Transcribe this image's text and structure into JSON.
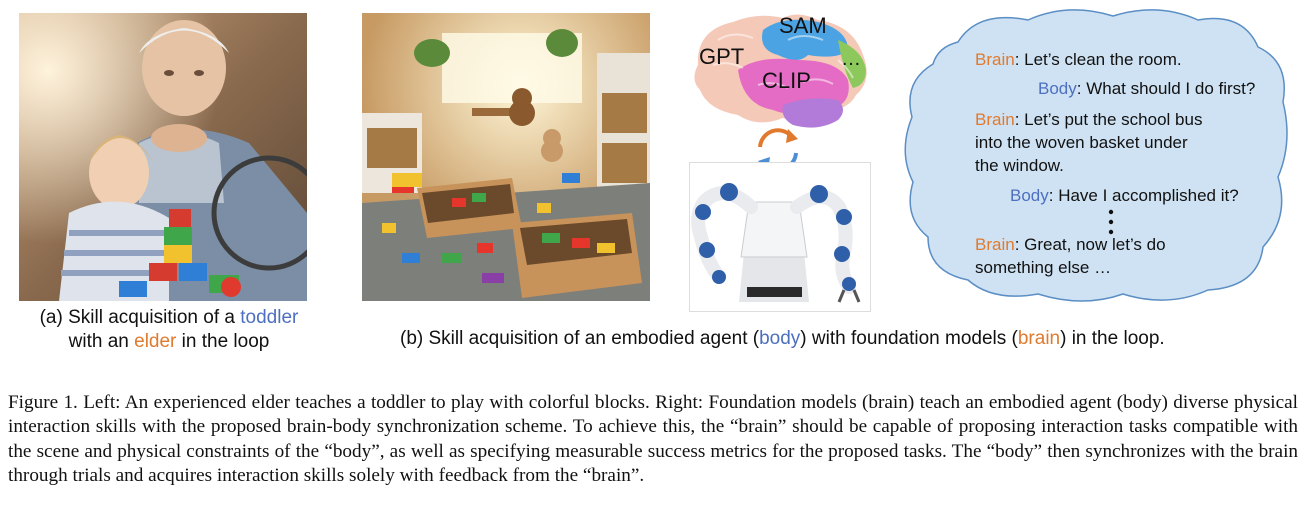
{
  "left_figure": {
    "caption_prefix": "(a) Skill acquisition of a ",
    "caption_word_toddler": "toddler",
    "caption_line2_prefix": "with an ",
    "caption_word_elder": "elder",
    "caption_line2_suffix": " in the loop"
  },
  "right_figure": {
    "caption_prefix": "(b) Skill acquisition of an embodied agent (",
    "caption_word_body": "body",
    "caption_middle": ") with foundation models (",
    "caption_word_brain": "brain",
    "caption_suffix": ") in the loop."
  },
  "brain_labels": {
    "gpt": "GPT",
    "sam": "SAM",
    "clip": "CLIP",
    "more": "…"
  },
  "dialogue": [
    {
      "speaker": "Brain",
      "text": ": Let’s clean the room."
    },
    {
      "speaker": "Body",
      "text": ": What should I do first?"
    },
    {
      "speaker": "Brain",
      "text": ": Let’s put the school bus"
    },
    {
      "speaker": "",
      "text": "into the woven basket under"
    },
    {
      "speaker": "",
      "text": "the window."
    },
    {
      "speaker": "Body",
      "text": ": Have I accomplished it?"
    },
    {
      "speaker": "Brain",
      "text": ": Great, now let’s do"
    },
    {
      "speaker": "",
      "text": "something else …"
    }
  ],
  "figure_caption": "Figure 1. Left: An experienced elder teaches a toddler to play with colorful blocks. Right: Foundation models (brain) teach an embodied agent (body) diverse physical interaction skills with the proposed brain-body synchronization scheme. To achieve this, the “brain” should be capable of proposing interaction tasks compatible with the scene and physical constraints of the “body”, as well as specifying measurable success metrics for the proposed tasks. The “body” then synchronizes with the brain through trials and acquires interaction skills solely with feedback from the “brain”.",
  "colors": {
    "accent_blue": "#4d6fbf",
    "accent_orange": "#e07a2e",
    "cloud_fill": "#cfe2f3",
    "cloud_stroke": "#5b8ec4"
  }
}
